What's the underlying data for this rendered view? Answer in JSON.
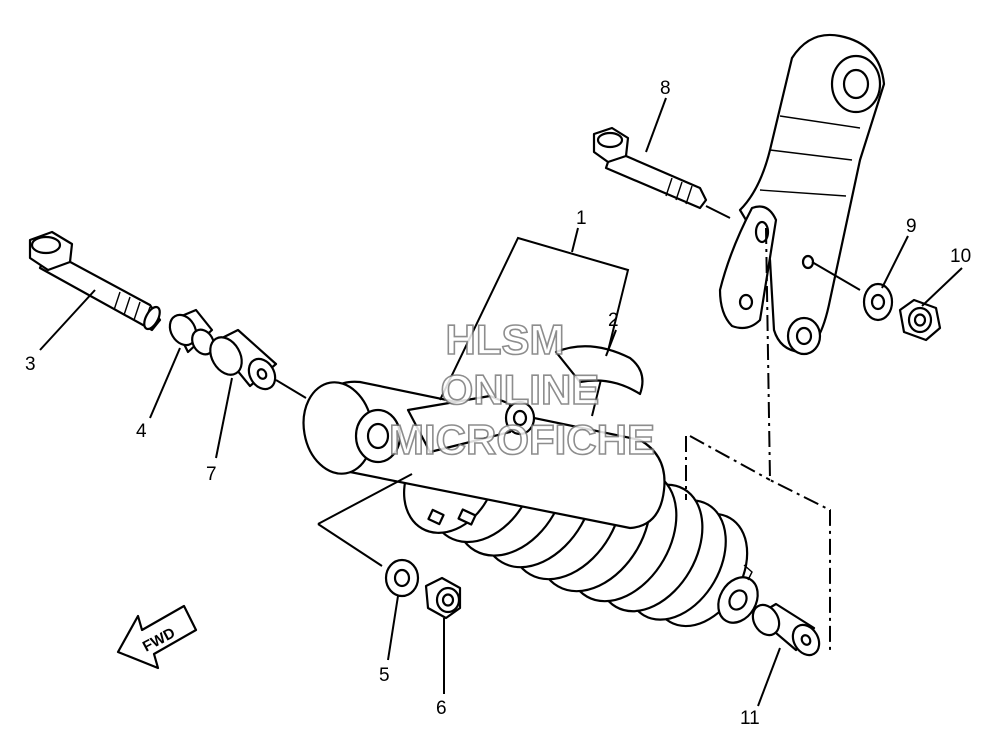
{
  "callouts": [
    {
      "id": "1",
      "label": "1"
    },
    {
      "id": "2",
      "label": "2"
    },
    {
      "id": "3",
      "label": "3"
    },
    {
      "id": "4",
      "label": "4"
    },
    {
      "id": "5",
      "label": "5"
    },
    {
      "id": "6",
      "label": "6"
    },
    {
      "id": "7",
      "label": "7"
    },
    {
      "id": "8",
      "label": "8"
    },
    {
      "id": "9",
      "label": "9"
    },
    {
      "id": "10",
      "label": "10"
    },
    {
      "id": "11",
      "label": "11"
    }
  ],
  "watermark": {
    "line1": "HLSM",
    "line2": "ONLINE",
    "line3": "MICROFICHE"
  },
  "direction_arrow": {
    "label": "FWD"
  }
}
